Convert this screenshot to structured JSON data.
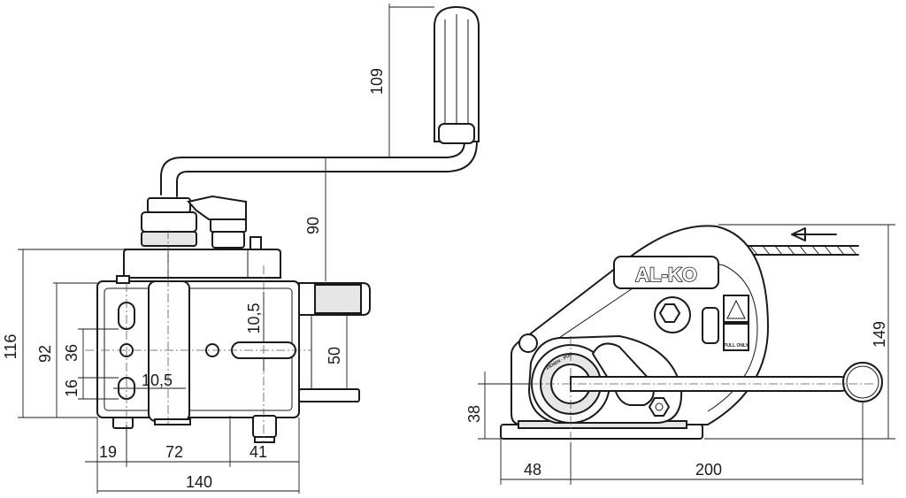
{
  "dimensions": {
    "handle_height": "109",
    "crank_height": "90",
    "slot_width_top": "10,5",
    "slot_spacing": "50",
    "total_height": "116",
    "plate_height": "92",
    "hole_spacing_36": "36",
    "hole_spacing_16": "16",
    "slot_width_left": "10,5",
    "offset_19": "19",
    "spacing_72": "72",
    "spacing_41": "41",
    "total_width": "140",
    "side_height": "149",
    "drum_height": "38",
    "drum_offset": "48",
    "crank_length": "200"
  },
  "labels": {
    "brand_logo": "AL-KO",
    "pull_label": "PULL ONLY",
    "rotation_label": "ZIEHEN · PULL"
  }
}
